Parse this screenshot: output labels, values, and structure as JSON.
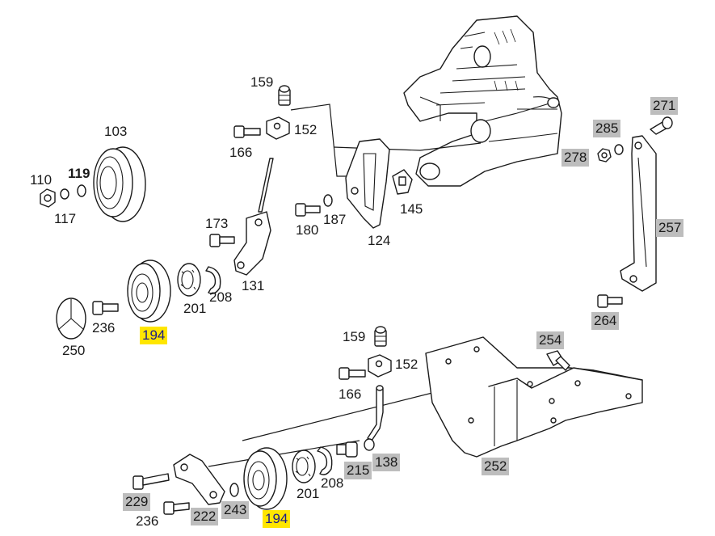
{
  "colors": {
    "highlight": "#ffe600",
    "grey_box": "#bdbdbd",
    "line": "#1a1a1a"
  },
  "callouts": {
    "c159a": "159",
    "c152a": "152",
    "c166a": "166",
    "c103": "103",
    "c110": "110",
    "c119": "119",
    "c117": "117",
    "c173": "173",
    "c180": "180",
    "c187": "187",
    "c124": "124",
    "c145": "145",
    "c131": "131",
    "c208a": "208",
    "c201a": "201",
    "c236a": "236",
    "c194a": "194",
    "c250": "250",
    "c285": "285",
    "c271": "271",
    "c278": "278",
    "c257": "257",
    "c264": "264",
    "c159b": "159",
    "c152b": "152",
    "c166b": "166",
    "c254": "254",
    "c138": "138",
    "c215": "215",
    "c208b": "208",
    "c201b": "201",
    "c252": "252",
    "c229": "229",
    "c236b": "236",
    "c222": "222",
    "c243": "243",
    "c194b": "194"
  }
}
